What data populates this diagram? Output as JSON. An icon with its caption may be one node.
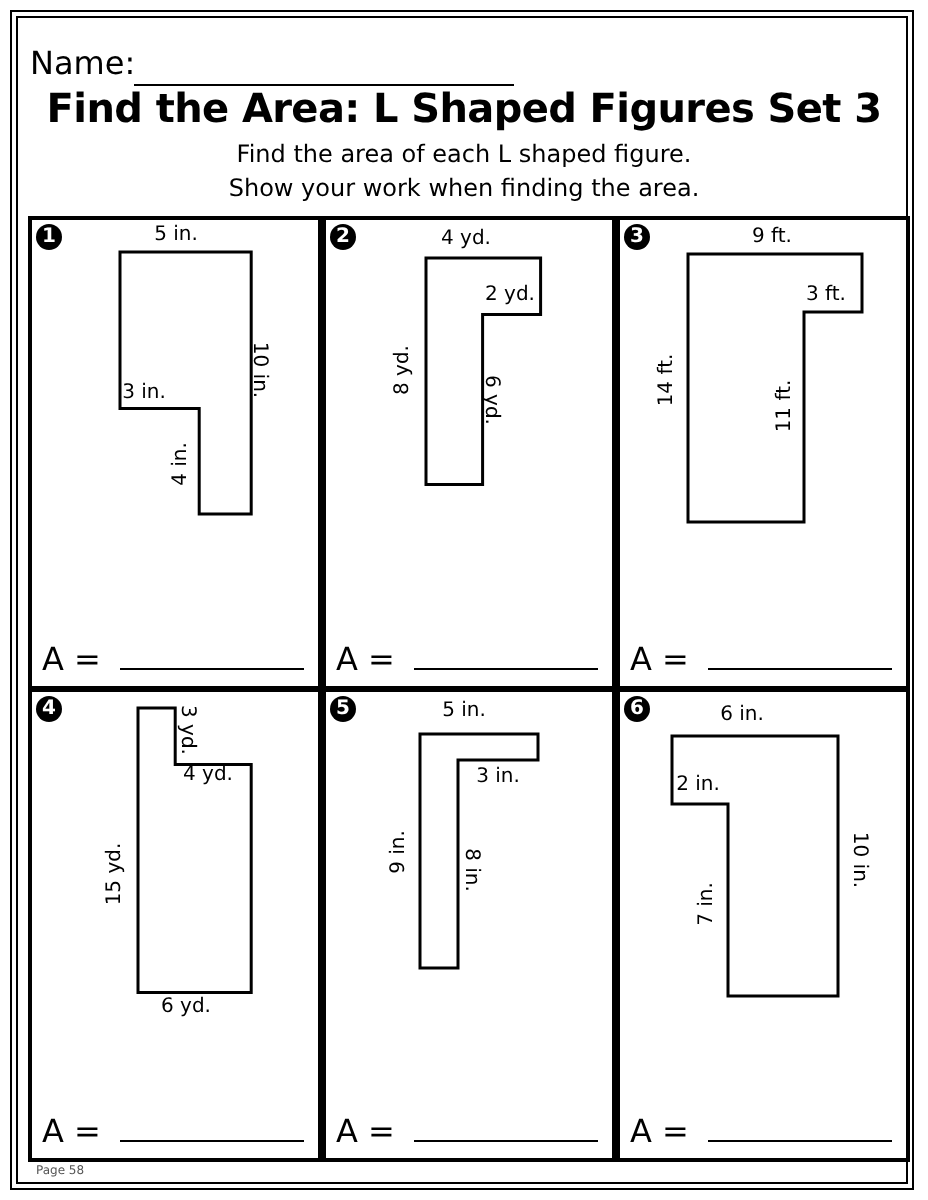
{
  "diagram": {
    "title": "Find the Area: L Shaped Figures Set 3",
    "nodes": [
      {
        "text": [
          "1",
          "A ="
        ]
      },
      {
        "text": [],
        "shape": "polygon",
        "in": 0,
        "beside": [
          "5 in.",
          "10 in.",
          "4 in."
        ]
      },
      {
        "text": [
          "2",
          "A ="
        ]
      },
      {
        "text": [],
        "shape": "polygon",
        "in": 2,
        "beside": [
          "4 yd.",
          "8 yd.",
          "6 yd."
        ]
      },
      {
        "text": [
          "3",
          "A ="
        ]
      },
      {
        "text": [],
        "shape": "polygon",
        "in": 4,
        "beside": [
          "9 ft.",
          "14 ft."
        ]
      },
      {
        "text": [
          "4",
          "A ="
        ]
      },
      {
        "text": [],
        "shape": "polygon",
        "in": 6,
        "beside": [
          "3 yd.",
          "15 yd.",
          "6 yd."
        ]
      },
      {
        "text": [
          "5",
          "A ="
        ]
      },
      {
        "text": [],
        "shape": "polygon",
        "in": 8,
        "beside": [
          "5 in.",
          "3 in.",
          "9 in.",
          "8 in."
        ]
      },
      {
        "text": [
          "6",
          "A ="
        ]
      },
      {
        "text": [],
        "shape": "polygon",
        "in": 10,
        "beside": [
          "6 in.",
          "7 in.",
          "10 in."
        ]
      }
    ],
    "labels": [
      "Name:",
      "Find the area of each L shaped figure.",
      "Show your work when finding the area.",
      "3 in.",
      "2 yd.",
      "3 ft.",
      "11 ft.",
      "4 yd.",
      "2 in.",
      "Page 58"
    ]
  }
}
